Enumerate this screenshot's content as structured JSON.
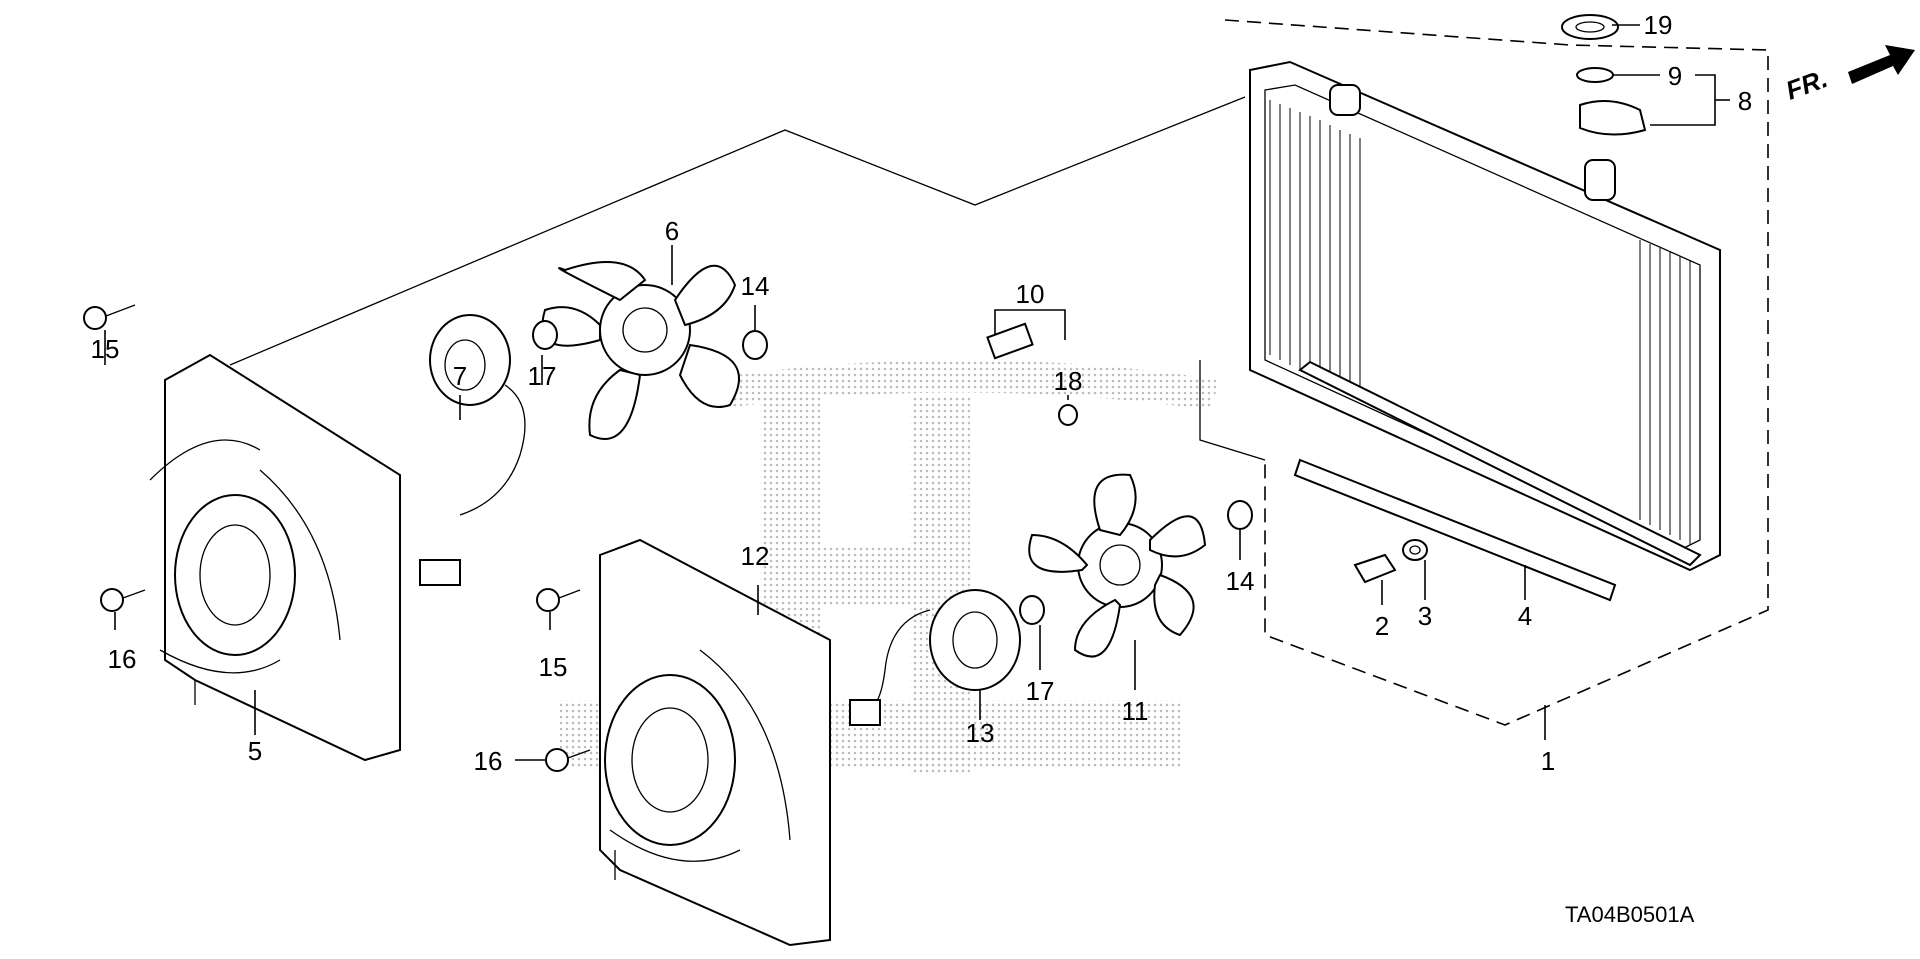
{
  "diagram": {
    "drawing_code": "TA04B0501A",
    "front_indicator": "FR.",
    "callouts": [
      "1",
      "2",
      "3",
      "4",
      "5",
      "6",
      "7",
      "8",
      "9",
      "10",
      "11",
      "12",
      "13",
      "14",
      "14",
      "15",
      "15",
      "16",
      "16",
      "17",
      "17",
      "18",
      "19"
    ],
    "watermark": "HONDA"
  }
}
